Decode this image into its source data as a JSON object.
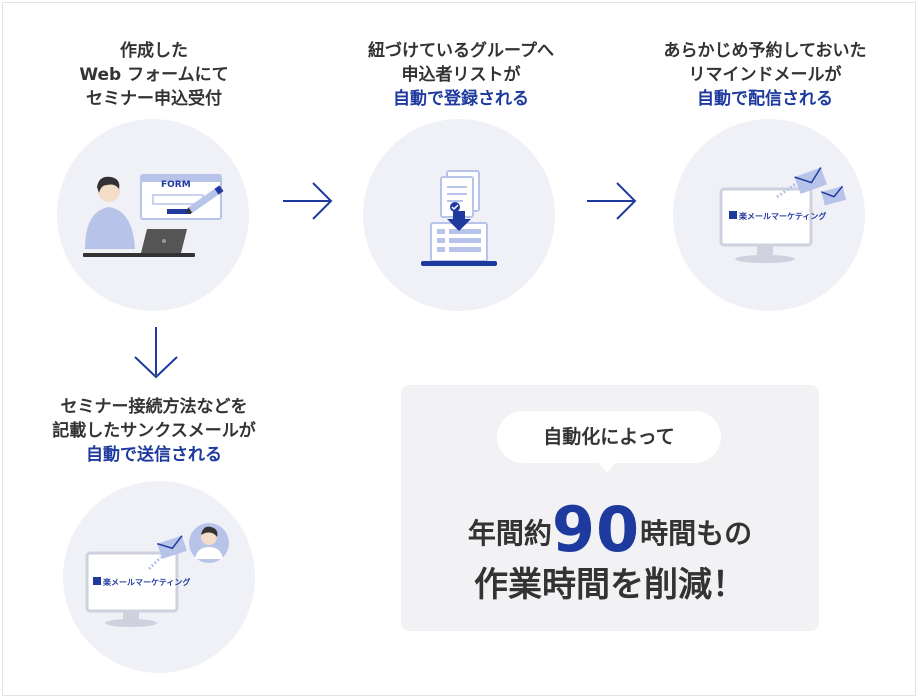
{
  "steps": {
    "step1": {
      "line1": "作成した",
      "line2": "Web フォームにて",
      "line3": "セミナー申込受付"
    },
    "step2": {
      "line1": "紐づけているグループへ",
      "line2": "申込者リストが",
      "highlight": "自動で登録される"
    },
    "step3": {
      "line1": "あらかじめ予約しておいた",
      "line2": "リマインドメールが",
      "highlight": "自動で配信される"
    },
    "step4": {
      "line1": "セミナー接続方法などを",
      "line2": "記載したサンクスメールが",
      "highlight": "自動で送信される"
    }
  },
  "illustrations": {
    "form_label": "FORM",
    "brand_label": "楽メールマーケティング"
  },
  "result": {
    "bubble": "自動化によって",
    "prefix": "年間約",
    "number": "90",
    "suffix": "時間もの",
    "line2": "作業時間を削減！"
  },
  "colors": {
    "accent": "#1f3a9e",
    "circle_bg": "#f0f1f7",
    "panel_bg": "#f2f2f5",
    "icon_light": "#b8c3ea"
  }
}
